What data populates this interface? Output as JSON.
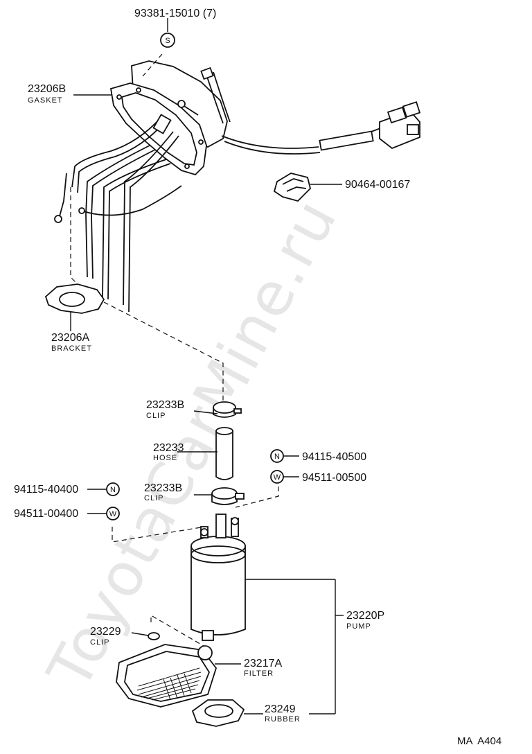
{
  "watermark": "ToyotaCarMine.ru",
  "labels": {
    "screw": {
      "number": "93381-15010 (7)",
      "symbol": "S"
    },
    "gasket": {
      "number": "23206B",
      "name": "GASKET"
    },
    "connector_clamp": {
      "number": "90464-00167"
    },
    "bracket": {
      "number": "23206A",
      "name": "BRACKET"
    },
    "clip_upper": {
      "number": "23233B",
      "name": "CLIP"
    },
    "hose": {
      "number": "23233",
      "name": "HOSE"
    },
    "nut_right": {
      "number": "94115-40500",
      "symbol": "N"
    },
    "washer_right": {
      "number": "94511-00500",
      "symbol": "W"
    },
    "clip_lower": {
      "number": "23233B",
      "name": "CLIP"
    },
    "nut_left": {
      "number": "94115-40400",
      "symbol": "N"
    },
    "washer_left": {
      "number": "94511-00400",
      "symbol": "W"
    },
    "pump": {
      "number": "23220P",
      "name": "PUMP"
    },
    "clip_small": {
      "number": "23229",
      "name": "CLIP"
    },
    "filter": {
      "number": "23217A",
      "name": "FILTER"
    },
    "rubber": {
      "number": "23249",
      "name": "RUBBER"
    }
  },
  "figure_code": "MA  A404"
}
